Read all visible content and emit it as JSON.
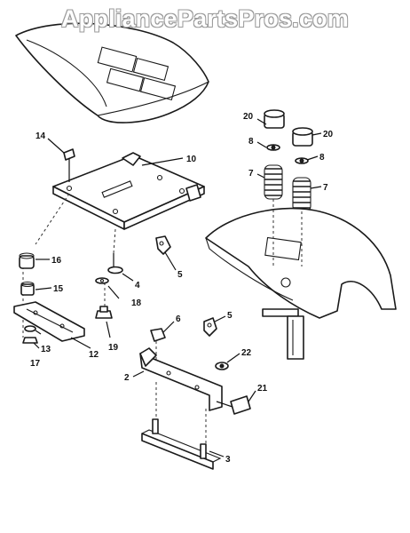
{
  "watermark": "AppliancePartsPros.com",
  "callouts": {
    "c2": "2",
    "c3": "3",
    "c4": "4",
    "c5a": "5",
    "c5b": "5",
    "c6": "6",
    "c7a": "7",
    "c7b": "7",
    "c8a": "8",
    "c8b": "8",
    "c10": "10",
    "c12": "12",
    "c13": "13",
    "c14": "14",
    "c15": "15",
    "c16": "16",
    "c17": "17",
    "c18": "18",
    "c19": "19",
    "c20a": "20",
    "c20b": "20",
    "c21": "21",
    "c22": "22"
  }
}
